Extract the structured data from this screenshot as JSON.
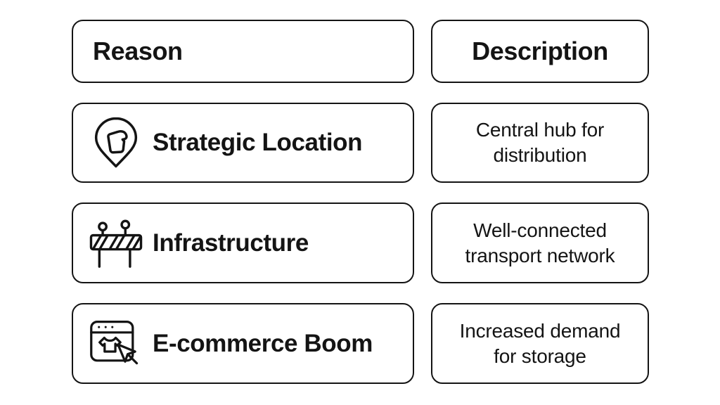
{
  "colors": {
    "background": "#ffffff",
    "border": "#141414",
    "text": "#141414"
  },
  "table": {
    "headers": {
      "reason": "Reason",
      "description": "Description"
    },
    "rows": [
      {
        "icon": "location-pin-icon",
        "reason": "Strategic Location",
        "description_lines": [
          "Central hub for",
          "distribution"
        ]
      },
      {
        "icon": "construction-barrier-icon",
        "reason": "Infrastructure",
        "description_lines": [
          "Well-connected",
          "transport network"
        ]
      },
      {
        "icon": "ecommerce-browser-icon",
        "reason": "E-commerce Boom",
        "description_lines": [
          "Increased demand",
          "for storage"
        ]
      }
    ]
  }
}
